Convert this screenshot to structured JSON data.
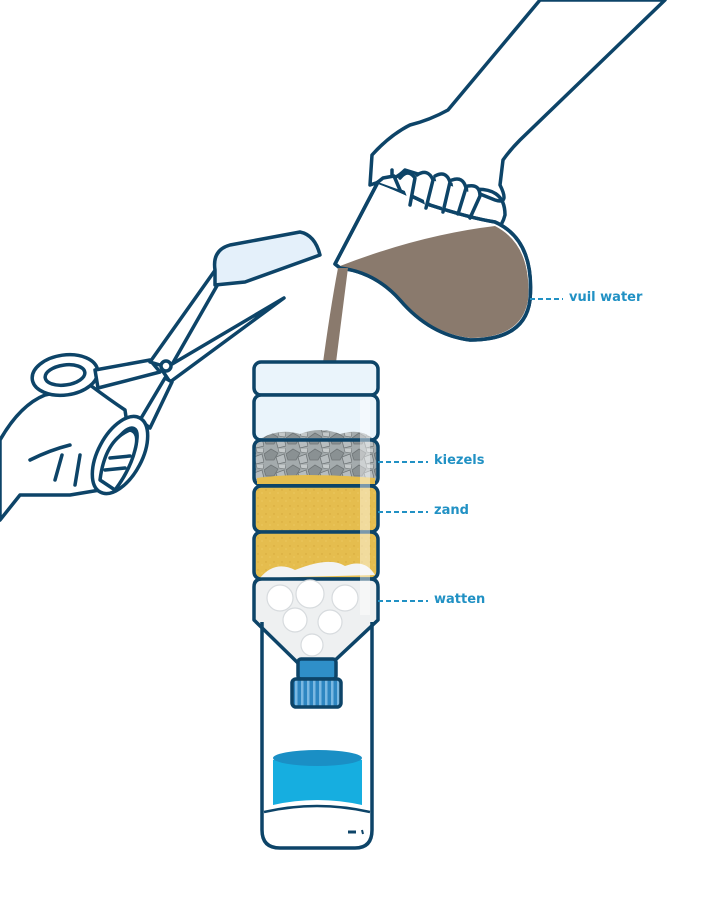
{
  "diagram": {
    "subject": "homemade water filter in a cut plastic bottle",
    "colors": {
      "outline": "#0d4468",
      "label": "#2191c4",
      "dirty_water": "#8a7a6d",
      "pebbles": "#9aa1a3",
      "sand": "#e5bd4e",
      "cotton": "#eef0f1",
      "bottle_glass": "#eaf4fb",
      "cap": "#2f8fc8",
      "clean_water": "#16aee0"
    },
    "labels": [
      {
        "id": "vuil-water",
        "text": "vuil water"
      },
      {
        "id": "kiezels",
        "text": "kiezels"
      },
      {
        "id": "zand",
        "text": "zand"
      },
      {
        "id": "watten",
        "text": "watten"
      }
    ],
    "elements": [
      {
        "name": "hand-holding-jug",
        "icon": "hand-icon"
      },
      {
        "name": "measuring-jug",
        "icon": "jug-icon"
      },
      {
        "name": "hand-with-scissors",
        "icon": "scissors-icon"
      },
      {
        "name": "cut-bottle-piece",
        "icon": "bottle-piece-icon"
      },
      {
        "name": "filter-bottle",
        "icon": "bottle-icon"
      },
      {
        "name": "bottle-cap",
        "icon": "cap-icon"
      },
      {
        "name": "collection-glass",
        "icon": "glass-icon"
      }
    ]
  }
}
